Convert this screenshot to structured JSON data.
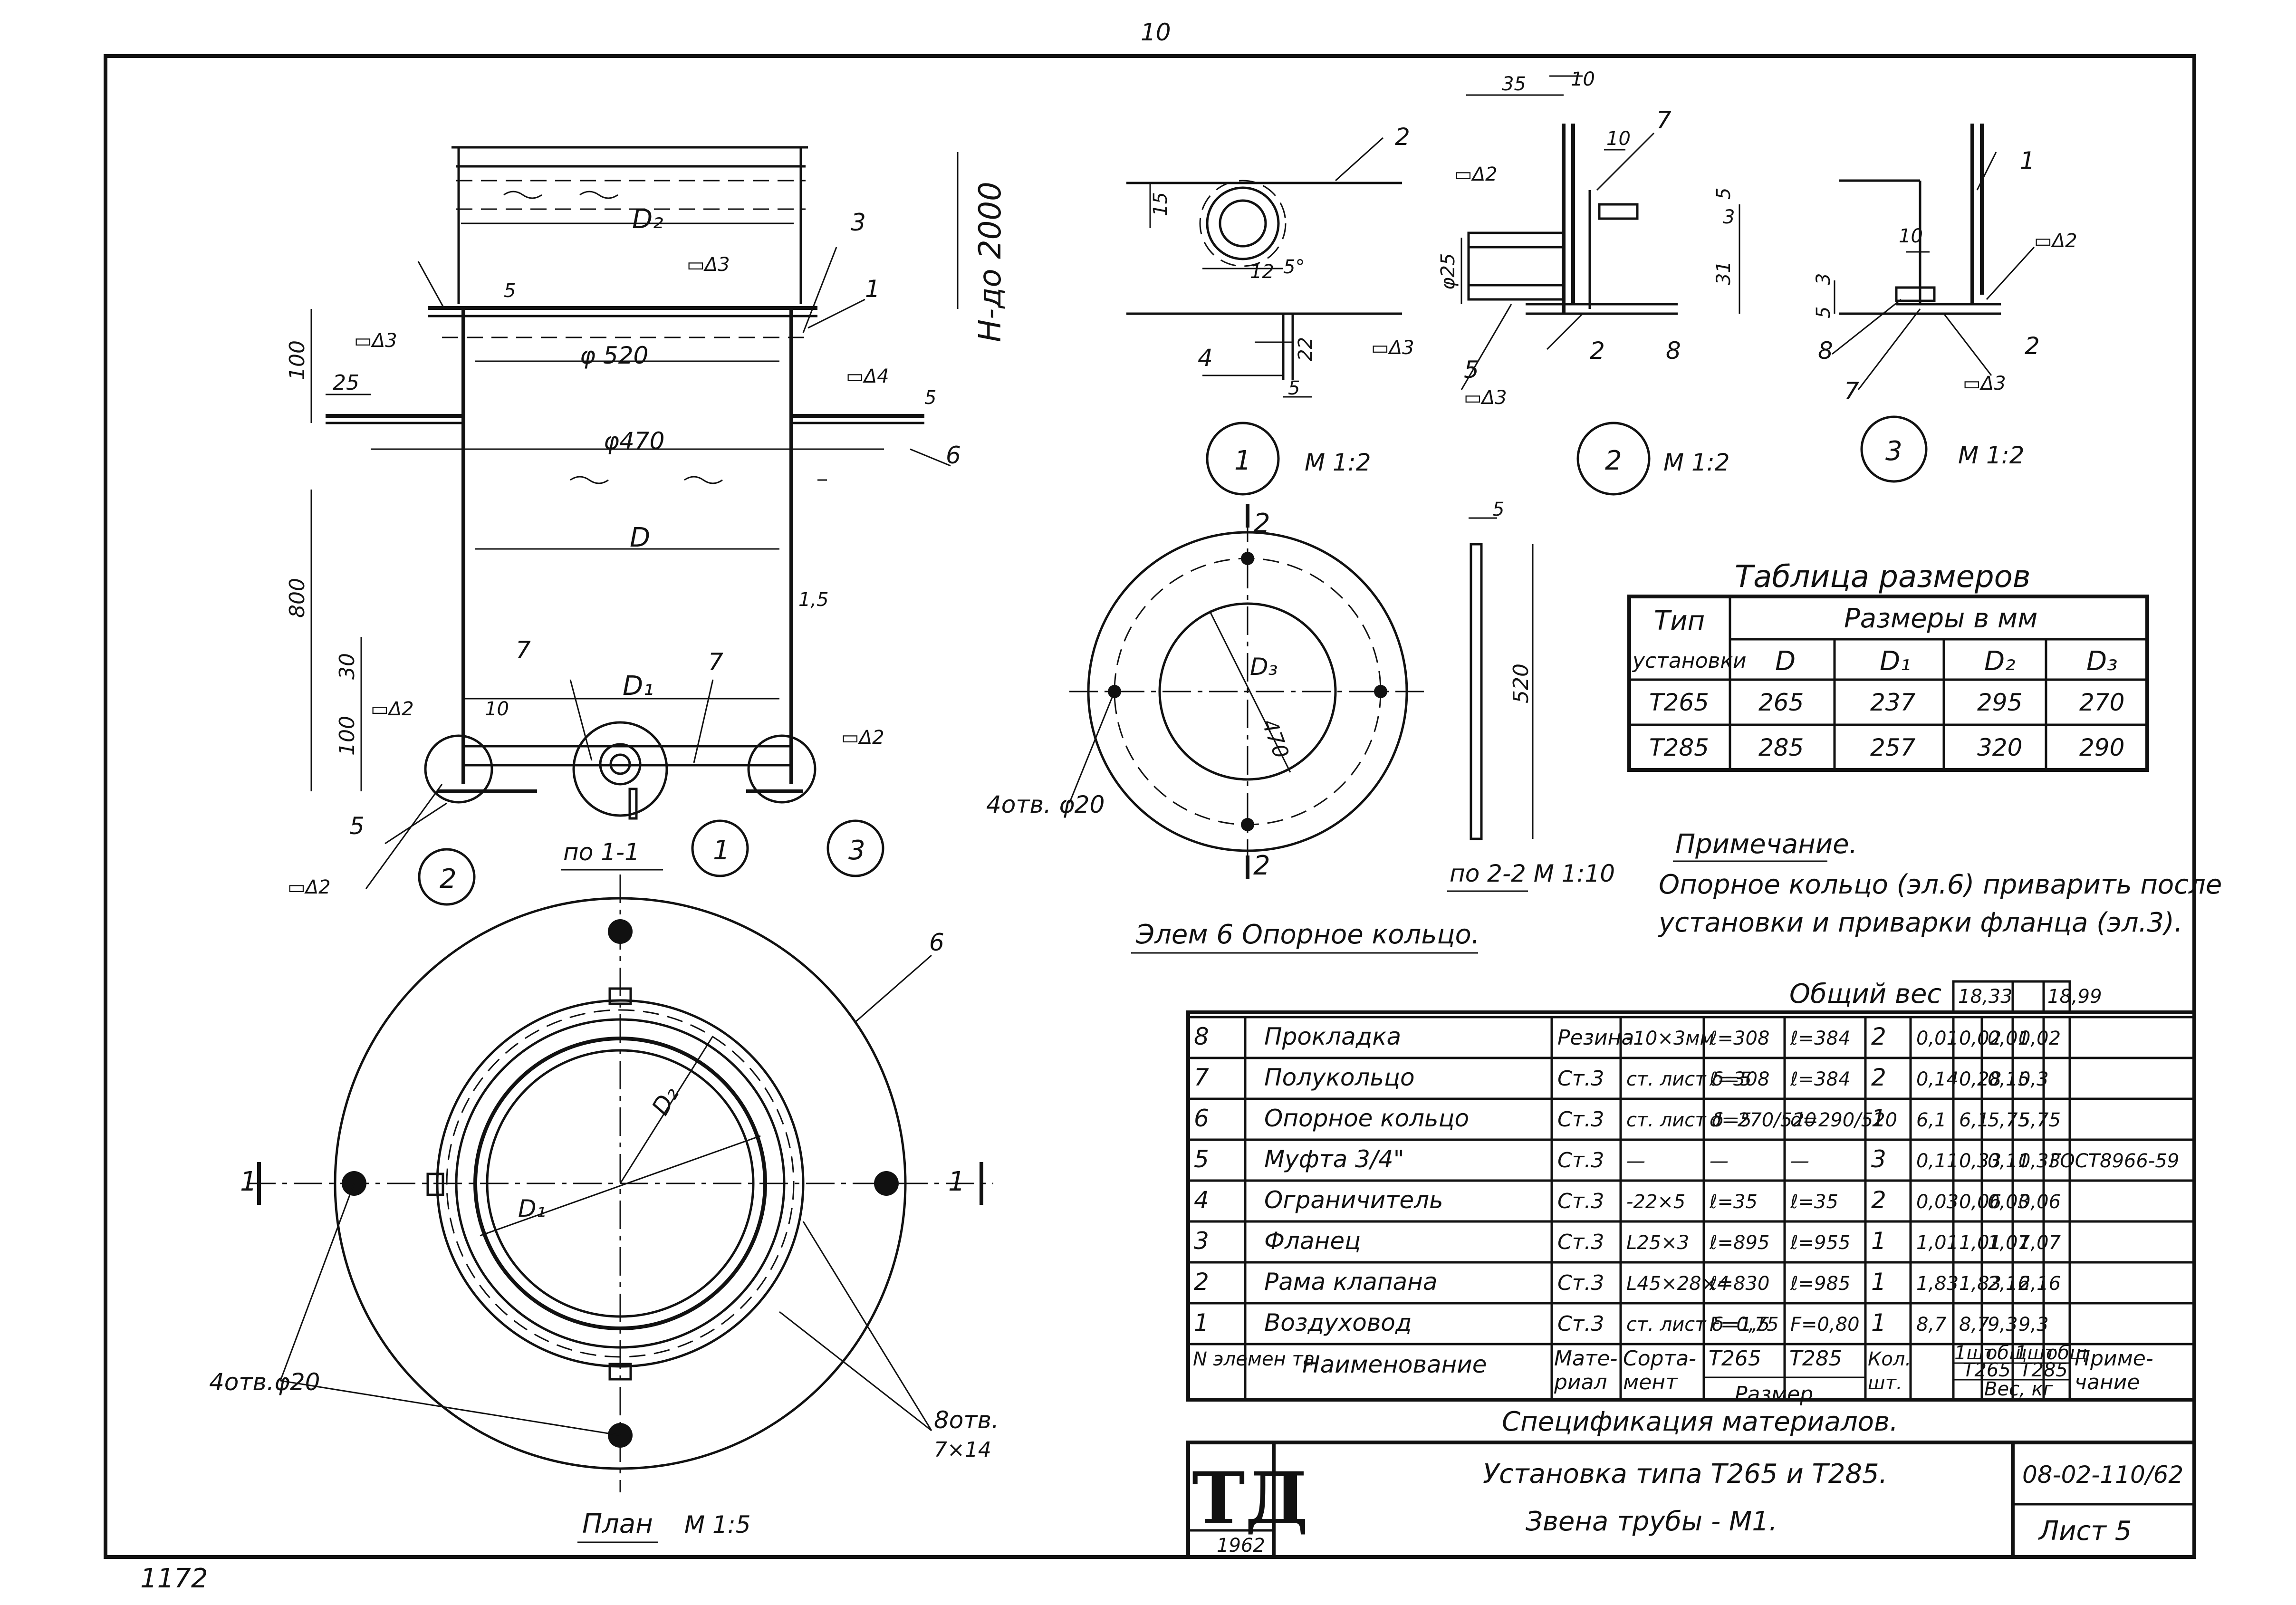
{
  "page_number": "10",
  "bottom_number": "1172",
  "section_view": {
    "height": "H-до 2000",
    "flange_d": "φ 520",
    "pipe_d": "φ470",
    "d": "D",
    "d1": "D₁",
    "d2": "D₂",
    "dim_100_top": "100",
    "dim_25": "25",
    "dim_800": "800",
    "dim_30": "30",
    "dim_100_bot": "100",
    "dim_5a": "5",
    "dim_5b": "5",
    "dim_1_5": "1,5",
    "dim_10": "10",
    "weld_3a": "▭Δ3",
    "weld_3b": "▭Δ3",
    "weld_4": "▭Δ4",
    "weld_2a": "▭Δ2",
    "weld_2b": "▭Δ2",
    "weld_2c": "▭Δ2",
    "pos_3": "3",
    "pos_1": "1",
    "pos_6": "6",
    "pos_7a": "7",
    "pos_7b": "7",
    "pos_5": "5",
    "callout_1": "1",
    "callout_2": "2",
    "callout_3": "3",
    "caption": "по 1-1"
  },
  "detail_1": {
    "label": "1",
    "scale": "М 1:2",
    "d15": "15",
    "d12": "12",
    "d5deg": "5°",
    "d22": "22",
    "d5": "5",
    "pos_2": "2",
    "pos_4": "4",
    "weld": "▭Δ3"
  },
  "detail_2": {
    "label": "2",
    "scale": "М 1:2",
    "d35": "35",
    "d10a": "10",
    "d10b": "10",
    "d5": "5",
    "d3": "3",
    "d31": "31",
    "d25": "φ25",
    "pos_7": "7",
    "pos_5": "5",
    "pos_2": "2",
    "pos_8": "8",
    "weld_a": "▭Δ2",
    "weld_b": "▭Δ3"
  },
  "detail_3": {
    "label": "3",
    "scale": "М 1:2",
    "d10": "10",
    "d5": "5",
    "d3": "3",
    "pos_1": "1",
    "pos_8": "8",
    "pos_7": "7",
    "pos_2": "2",
    "weld_a": "▭Δ2",
    "weld_b": "▭Δ3"
  },
  "ring_view": {
    "holes": "4отв. φ20",
    "d3": "D₃",
    "d470": "470",
    "sec_top": "2",
    "sec_bot": "2",
    "caption": "Элем 6  Опорное кольцо.",
    "side_d520": "520",
    "side_d5": "5",
    "side_caption": "по 2-2  М 1:10"
  },
  "plan_view": {
    "holes_big": "4отв.φ20",
    "holes_small_1": "8отв.",
    "holes_small_2": "7×14",
    "d1": "D₁",
    "d2": "D₂",
    "pos_6": "6",
    "sec_left": "1",
    "sec_right": "1",
    "caption": "План",
    "scale": "М 1:5"
  },
  "size_table": {
    "title": "Таблица размеров",
    "col_type_1": "Тип",
    "col_type_2": "установки",
    "col_group": "Размеры в мм",
    "headers": [
      "D",
      "D₁",
      "D₂",
      "D₃"
    ],
    "rows": [
      [
        "Т265",
        "265",
        "237",
        "295",
        "270"
      ],
      [
        "Т285",
        "285",
        "257",
        "320",
        "290"
      ]
    ]
  },
  "note": {
    "title": "Примечание.",
    "line1": "Опорное кольцо (эл.6) приварить после",
    "line2": "установки и приварки фланца (эл.3)."
  },
  "spec": {
    "total_label": "Общий вес",
    "totals": [
      "18,33",
      "",
      "18,99"
    ],
    "rows": [
      [
        "8",
        "Прокладка",
        "Резина",
        "-10×3мм",
        "ℓ=308",
        "ℓ=384",
        "2",
        "0,01",
        "0,02",
        "0,01",
        "0,02",
        ""
      ],
      [
        "7",
        "Полукольцо",
        "Ст.3",
        "ст. лист δ=5",
        "ℓ=308",
        "ℓ=384",
        "2",
        "0,14",
        "0,28",
        "0,15",
        "0,3",
        ""
      ],
      [
        "6",
        "Опорное кольцо",
        "Ст.3",
        "ст. лист δ=5",
        "d=270/520",
        "d=290/520",
        "1",
        "6,1",
        "6,1",
        "5,75",
        "5,75",
        ""
      ],
      [
        "5",
        "Муфта 3/4\"",
        "Ст.3",
        "—",
        "—",
        "—",
        "3",
        "0,11",
        "0,33",
        "0,11",
        "0,33",
        "ГОСТ8966-59"
      ],
      [
        "4",
        "Ограничитель",
        "Ст.3",
        "-22×5",
        "ℓ=35",
        "ℓ=35",
        "2",
        "0,03",
        "0,06",
        "0,03",
        "0,06",
        ""
      ],
      [
        "3",
        "Фланец",
        "Ст.3",
        "L25×3",
        "ℓ=895",
        "ℓ=955",
        "1",
        "1,01",
        "1,01",
        "1,07",
        "1,07",
        ""
      ],
      [
        "2",
        "Рама клапана",
        "Ст.3",
        "L45×28×4",
        "ℓ=830",
        "ℓ=985",
        "1",
        "1,83",
        "1,83",
        "2,16",
        "2,16",
        ""
      ],
      [
        "1",
        "Воздуховод",
        "Ст.3",
        "ст. лист δ=1,5",
        "F=0,75",
        "F=0,80",
        "1",
        "8,7",
        "8,7",
        "9,3",
        "9,3",
        ""
      ]
    ],
    "hdr_n": "N элемен та",
    "hdr_name": "Наименование",
    "hdr_mat_1": "Мате-",
    "hdr_mat_2": "риал",
    "hdr_sort_1": "Сорта-",
    "hdr_sort_2": "мент",
    "hdr_t265": "Т265",
    "hdr_t285": "Т285",
    "hdr_size": "Размер",
    "hdr_qty_1": "Кол.",
    "hdr_qty_2": "шт.",
    "hdr_1pc": "1шт",
    "hdr_total": "общ",
    "hdr_w_t265": "Т265",
    "hdr_w_t285": "Т285",
    "hdr_weight": "Вес, кг",
    "hdr_note_1": "Приме-",
    "hdr_note_2": "чание",
    "caption": "Спецификация материалов."
  },
  "title_block": {
    "logo": "ТД",
    "year": "1962",
    "title1": "Установка типа Т265 и Т285.",
    "title2": "Звена трубы - М1.",
    "code": "08-02-110/62",
    "sheet": "Лист 5"
  }
}
